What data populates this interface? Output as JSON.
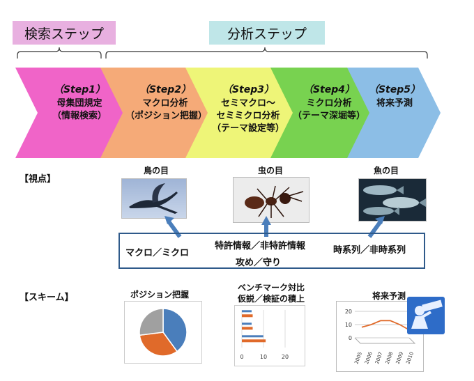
{
  "headers": {
    "search": "検索ステップ",
    "analysis": "分析ステップ"
  },
  "steps": [
    {
      "num": "（Step1）",
      "lines": [
        "母集団規定",
        "（情報検索）"
      ],
      "color": "#f064c8"
    },
    {
      "num": "（Step2）",
      "lines": [
        "マクロ分析",
        "（ポジション把握）"
      ],
      "color": "#f5aa78"
    },
    {
      "num": "（Step3）",
      "lines": [
        "セミマクロ～",
        "セミミクロ分析",
        "（テーマ設定等）"
      ],
      "color": "#eef578"
    },
    {
      "num": "（Step4）",
      "lines": [
        "ミクロ分析",
        "（テーマ深堀等）"
      ],
      "color": "#78d250"
    },
    {
      "num": "（Step5）",
      "lines": [
        "将来予測"
      ],
      "color": "#8cbee6"
    }
  ],
  "viewpoint": {
    "label": "【視点】",
    "eyes": [
      "鳥の目",
      "虫の目",
      "魚の目"
    ],
    "box": {
      "left": "マクロ／ミクロ",
      "center_top": "特許情報／非特許情報",
      "center_bottom": "攻め／守り",
      "right": "時系列／非時系列"
    }
  },
  "scheme": {
    "label": "【スキーム】",
    "titles": {
      "position": "ポジション把握",
      "bench_1": "ベンチマーク対比",
      "bench_2": "仮説／検証の積上",
      "future": "将来予測"
    }
  },
  "chart_data": [
    {
      "type": "pie",
      "values": [
        40,
        33,
        27
      ],
      "colors": [
        "#4a7ebb",
        "#e06a2a",
        "#a0a0a0"
      ]
    },
    {
      "type": "bar",
      "orientation": "horizontal",
      "series": [
        {
          "values": [
            5,
            5,
            11
          ]
        }
      ],
      "xlim": [
        0,
        20
      ],
      "xticks": [
        "0",
        "10",
        "20"
      ]
    },
    {
      "type": "line",
      "x": [
        "2005",
        "2006",
        "2007",
        "2008",
        "2009",
        "2010"
      ],
      "yticks": [
        "20",
        "10",
        "0"
      ],
      "series": [
        {
          "values": [
            8,
            10,
            13,
            13,
            10,
            6
          ],
          "color": "#e06a2a"
        }
      ]
    }
  ]
}
